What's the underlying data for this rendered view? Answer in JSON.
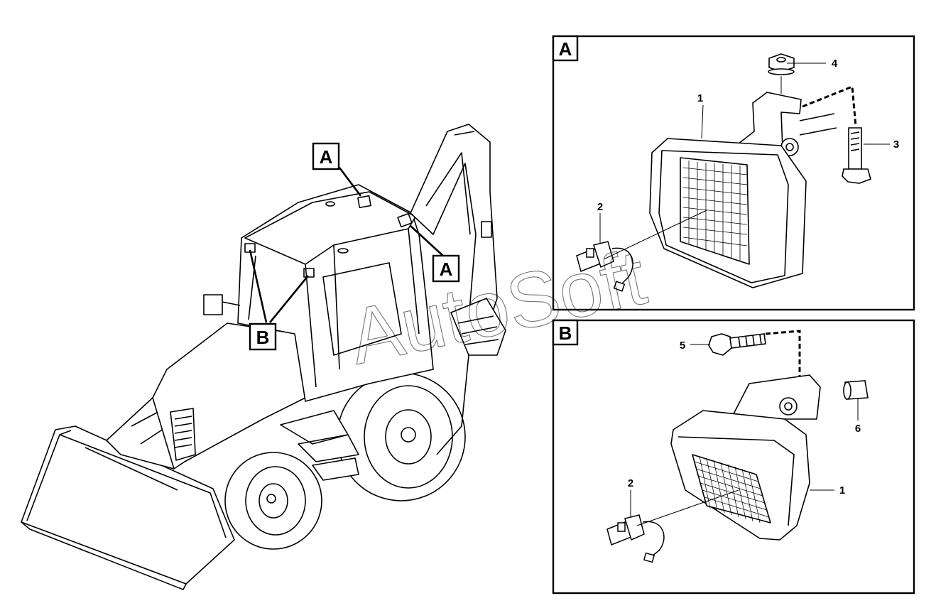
{
  "watermark": "AutoSoft",
  "machine": {
    "callouts": [
      {
        "id": "callout-a-top",
        "text": "A"
      },
      {
        "id": "callout-a-right",
        "text": "A"
      },
      {
        "id": "callout-b",
        "text": "B"
      }
    ]
  },
  "panel_a": {
    "title": "A",
    "parts": [
      {
        "number": "1"
      },
      {
        "number": "2"
      },
      {
        "number": "3"
      },
      {
        "number": "4"
      }
    ]
  },
  "panel_b": {
    "title": "B",
    "parts": [
      {
        "number": "5"
      },
      {
        "number": "6"
      },
      {
        "number": "2"
      },
      {
        "number": "1"
      }
    ]
  },
  "colors": {
    "line": "#000000",
    "background": "#ffffff",
    "watermark": "#bfbfbf"
  }
}
